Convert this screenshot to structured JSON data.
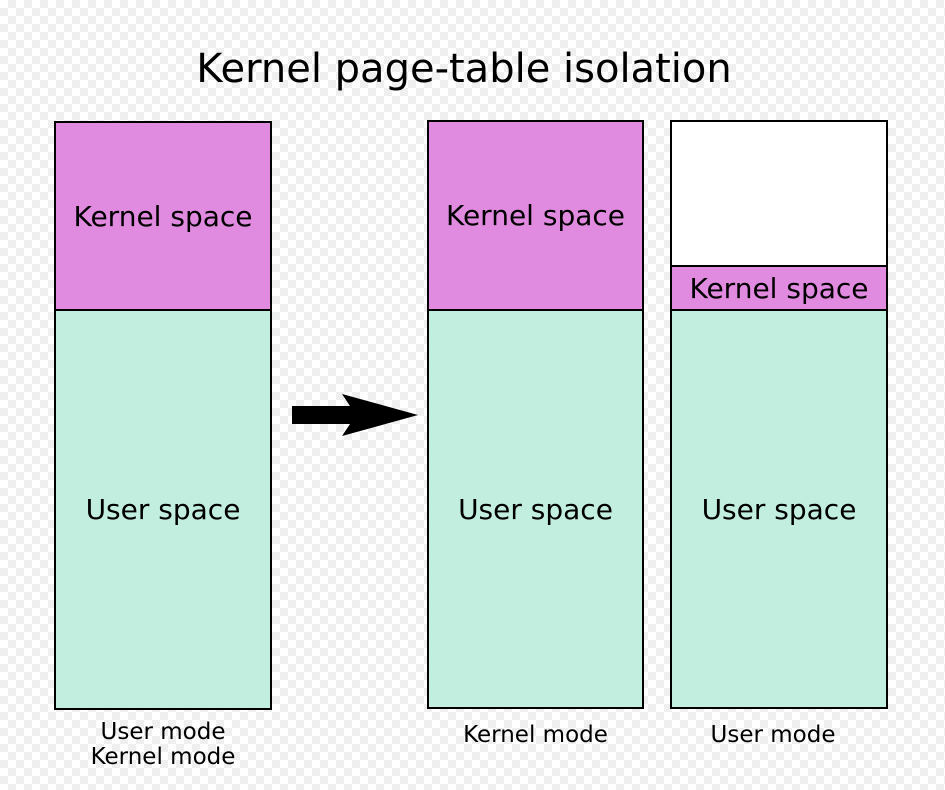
{
  "title": "Kernel page-table isolation",
  "columns": [
    {
      "kernel_label": "Kernel space",
      "user_label": "User space",
      "mode_lines": [
        "User mode",
        "Kernel mode"
      ]
    },
    {
      "kernel_label": "Kernel space",
      "user_label": "User space",
      "mode_lines": [
        "Kernel mode"
      ]
    },
    {
      "kernel_label": "Kernel space",
      "user_label": "User space",
      "mode_lines": [
        "User mode"
      ]
    }
  ],
  "colors": {
    "kernel_space": "#e08ae0",
    "user_space": "#c1eedf",
    "unmapped": "#ffffff",
    "outline": "#000000"
  },
  "icons": {
    "transition": "right-arrow-icon"
  }
}
